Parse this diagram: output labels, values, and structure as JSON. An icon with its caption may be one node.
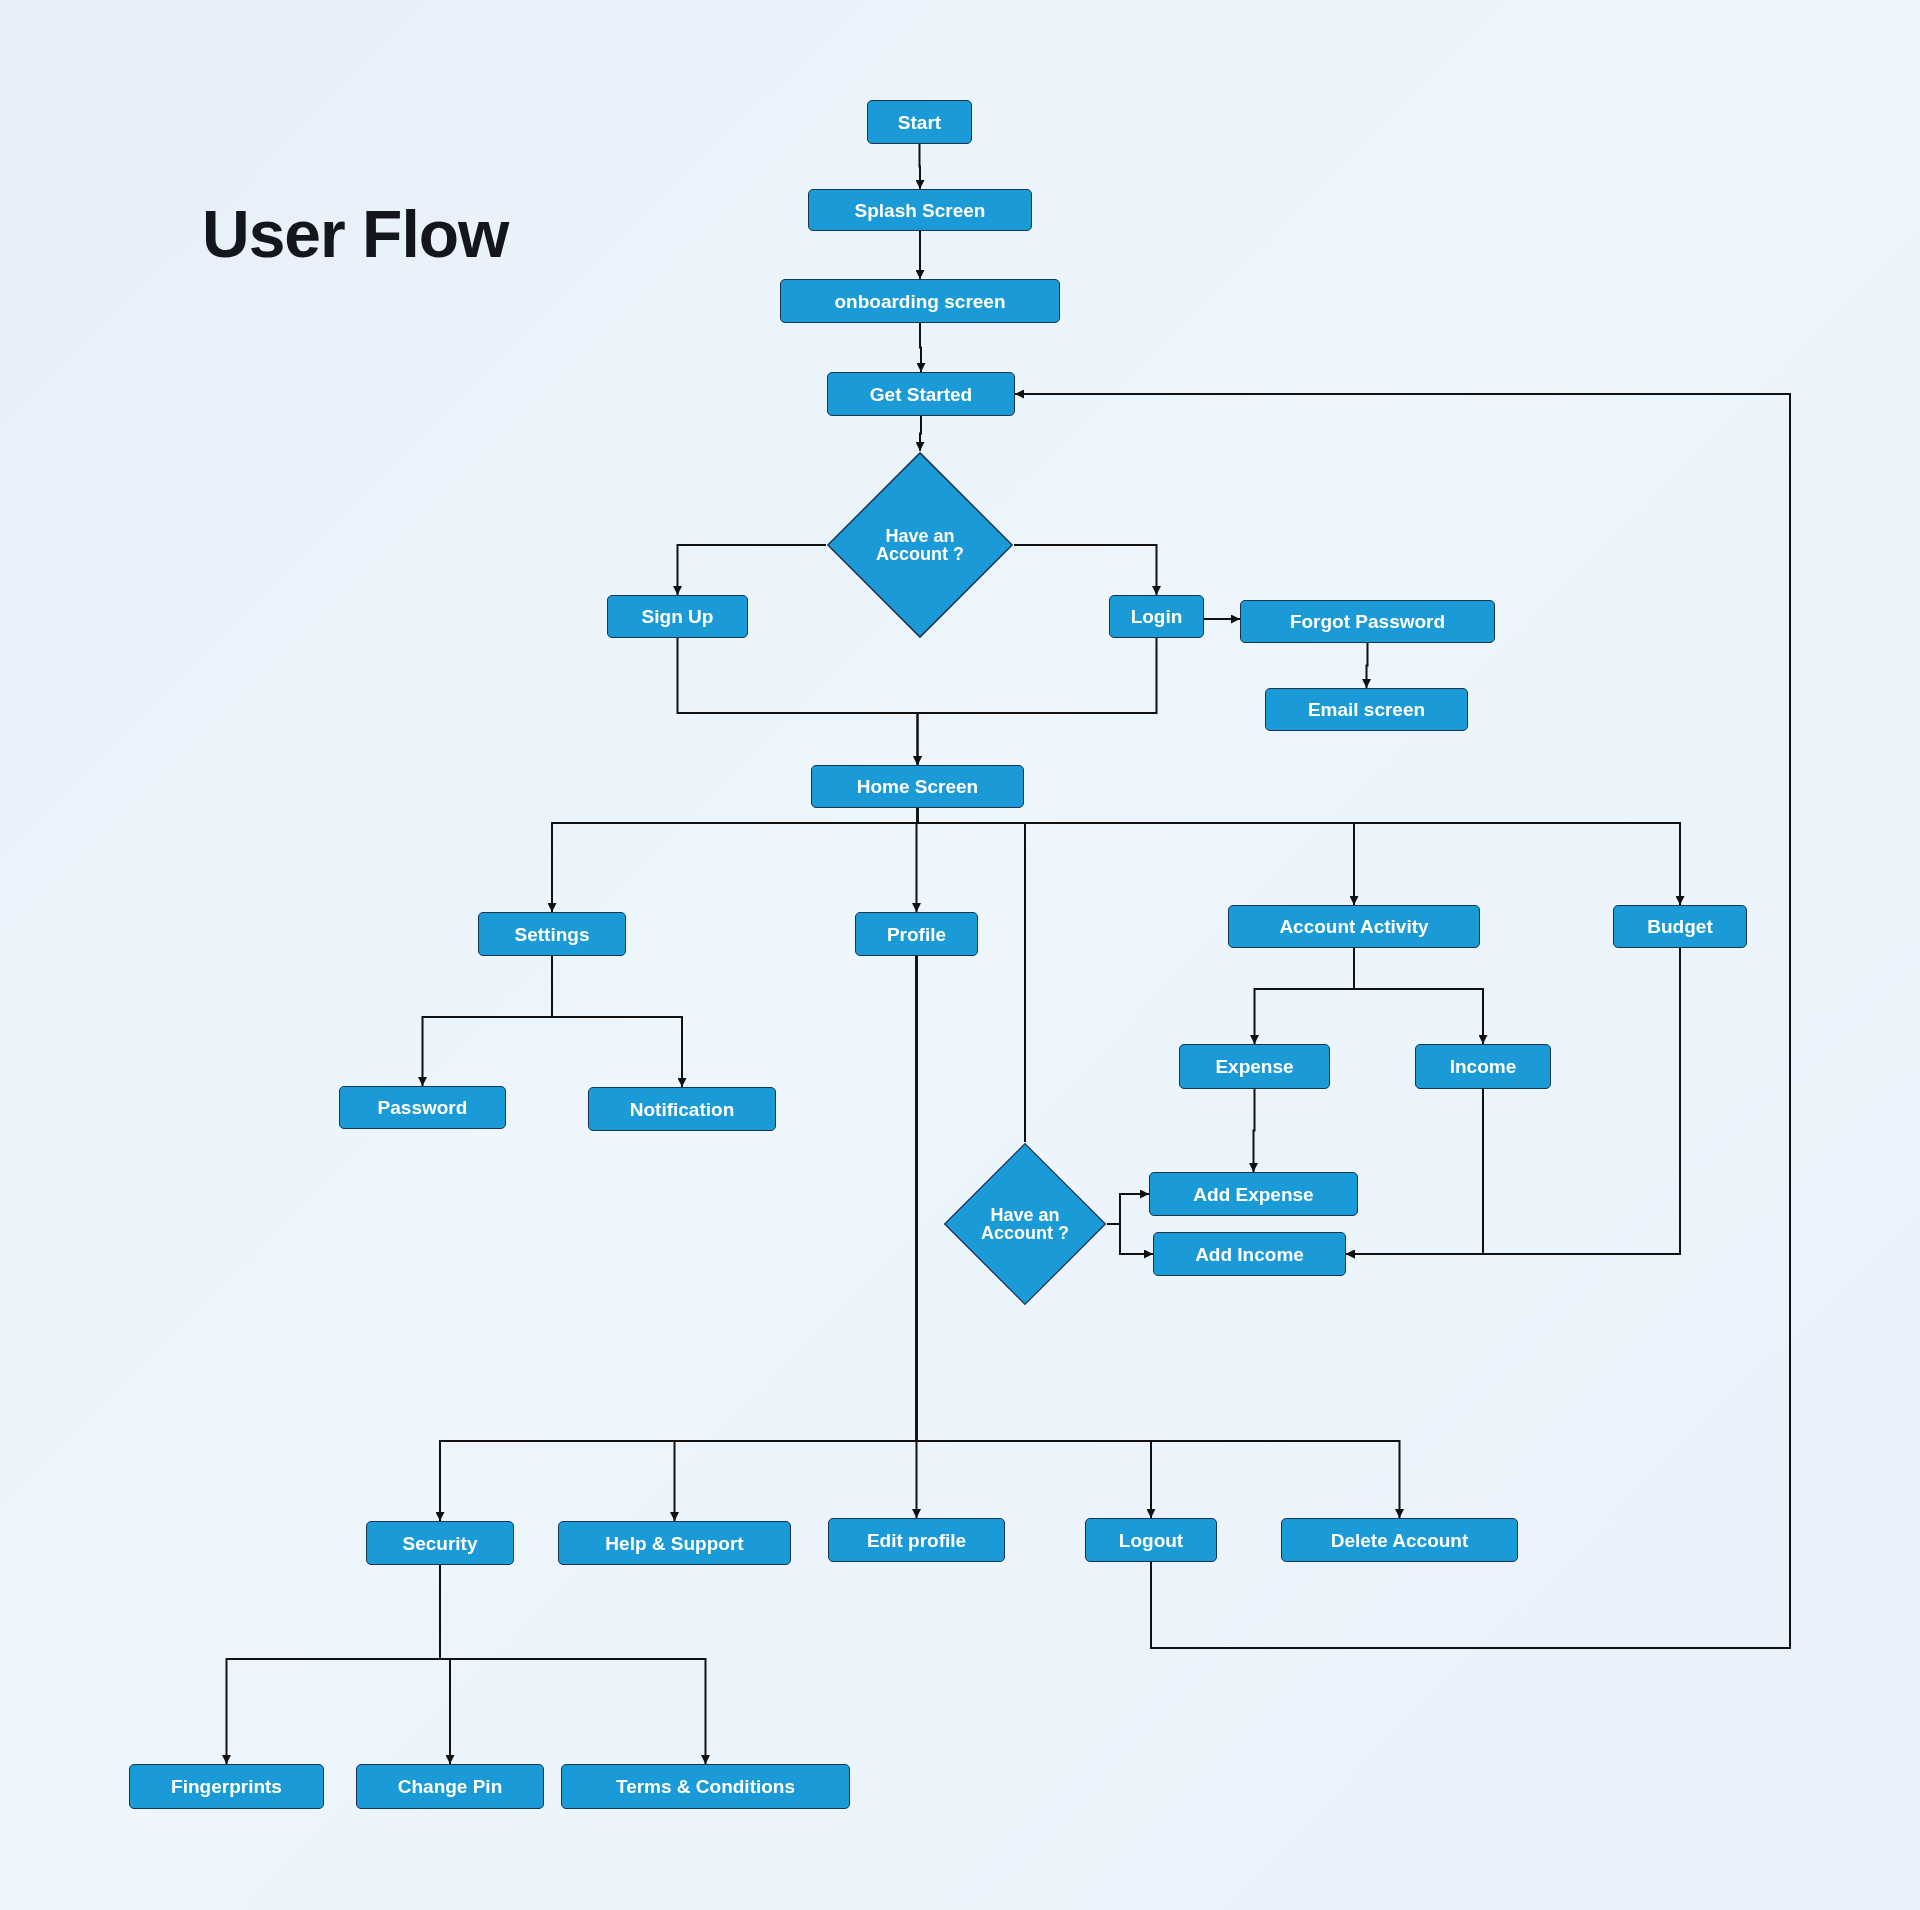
{
  "diagram": {
    "title": "User Flow",
    "nodes": [
      {
        "text": [
          "Start"
        ]
      },
      {
        "text": [
          "Splash Screen"
        ]
      },
      {
        "text": [
          "onboarding screen"
        ]
      },
      {
        "text": [
          "Get Started"
        ]
      },
      {
        "text": [
          "Have an Account ?"
        ]
      },
      {
        "text": [
          "Sign Up"
        ]
      },
      {
        "text": [
          "Login"
        ]
      },
      {
        "text": [
          "Forgot Password"
        ]
      },
      {
        "text": [
          "Email screen"
        ]
      },
      {
        "text": [
          "Home Screen"
        ]
      },
      {
        "text": [
          "Settings"
        ]
      },
      {
        "text": [
          "Profile"
        ]
      },
      {
        "text": [
          "Account Activity"
        ]
      },
      {
        "text": [
          "Budget"
        ]
      },
      {
        "text": [
          "Password"
        ]
      },
      {
        "text": [
          "Notification"
        ]
      },
      {
        "text": [
          "Expense"
        ]
      },
      {
        "text": [
          "Income"
        ]
      },
      {
        "text": [
          "Have an Account ?"
        ]
      },
      {
        "text": [
          "Add Expense"
        ]
      },
      {
        "text": [
          "Add Income"
        ]
      },
      {
        "text": [
          "Security"
        ]
      },
      {
        "text": [
          "Help & Support"
        ]
      },
      {
        "text": [
          "Edit profile"
        ]
      },
      {
        "text": [
          "Logout"
        ]
      },
      {
        "text": [
          "Delete Account"
        ]
      },
      {
        "text": [
          "Fingerprints"
        ]
      },
      {
        "text": [
          "Change Pin"
        ]
      },
      {
        "text": [
          "Terms & Conditions"
        ]
      }
    ],
    "edges": [
      {
        "from": 0,
        "to": 1,
        "arrow": "to"
      },
      {
        "from": 1,
        "to": 2,
        "arrow": "to"
      },
      {
        "from": 2,
        "to": 3,
        "arrow": "to"
      },
      {
        "from": 3,
        "to": 4,
        "arrow": "to"
      },
      {
        "from": 4,
        "to": 5,
        "arrow": "to"
      },
      {
        "from": 4,
        "to": 6,
        "arrow": "to"
      },
      {
        "from": 6,
        "to": 7,
        "arrow": "to"
      },
      {
        "from": 7,
        "to": 8,
        "arrow": "to"
      },
      {
        "from": 5,
        "to": 9,
        "arrow": "to"
      },
      {
        "from": 6,
        "to": 9,
        "arrow": "to"
      },
      {
        "from": 9,
        "to": 10,
        "arrow": "to"
      },
      {
        "from": 9,
        "to": 11,
        "arrow": "to"
      },
      {
        "from": 9,
        "to": 18,
        "arrow": "none"
      },
      {
        "from": 9,
        "to": 12,
        "arrow": "to"
      },
      {
        "from": 9,
        "to": 13,
        "arrow": "to"
      },
      {
        "from": 10,
        "to": 14,
        "arrow": "to"
      },
      {
        "from": 10,
        "to": 15,
        "arrow": "to"
      },
      {
        "from": 12,
        "to": 16,
        "arrow": "to"
      },
      {
        "from": 12,
        "to": 17,
        "arrow": "to"
      },
      {
        "from": 16,
        "to": 19,
        "arrow": "to"
      },
      {
        "from": 18,
        "to": 19,
        "arrow": "to"
      },
      {
        "from": 18,
        "to": 20,
        "arrow": "to"
      },
      {
        "from": 17,
        "to": 20,
        "arrow": "to"
      },
      {
        "from": 13,
        "to": 20,
        "arrow": "to"
      },
      {
        "from": 11,
        "to": 21,
        "arrow": "to"
      },
      {
        "from": 11,
        "to": 22,
        "arrow": "to"
      },
      {
        "from": 11,
        "to": 23,
        "arrow": "to"
      },
      {
        "from": 11,
        "to": 24,
        "arrow": "to"
      },
      {
        "from": 11,
        "to": 25,
        "arrow": "to"
      },
      {
        "from": 24,
        "to": 3,
        "arrow": "to"
      },
      {
        "from": 21,
        "to": 26,
        "arrow": "to"
      },
      {
        "from": 21,
        "to": 27,
        "arrow": "to"
      },
      {
        "from": 21,
        "to": 28,
        "arrow": "to"
      }
    ]
  }
}
